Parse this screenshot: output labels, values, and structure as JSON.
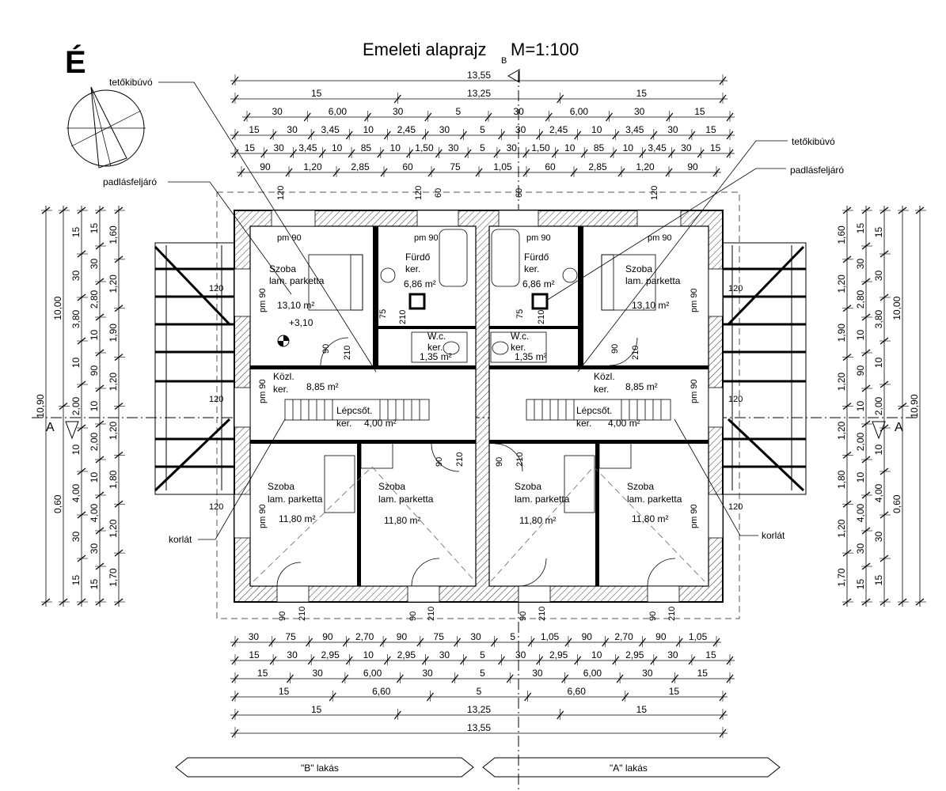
{
  "title": {
    "main": "Emeleti alaprajz",
    "sub": "B",
    "scale": "M=1:100"
  },
  "north_letter": "É",
  "callouts": {
    "tetokibuvo_left": "tetőkibúvó",
    "tetokibuvo_right": "tetőkibúvó",
    "padlas_left": "padlásfeljáró",
    "padlas_right": "padlásfeljáró",
    "korlat_left": "korlát",
    "korlat_right": "korlát"
  },
  "section": {
    "left": "A",
    "right": "A"
  },
  "units": {
    "left": "\"B\" lakás",
    "right": "\"A\" lakás"
  },
  "rooms": {
    "b_bed1": {
      "name": "Szoba",
      "floor": "lam. parketta",
      "area": "13,10 m²",
      "level": "+3,10"
    },
    "b_bath": {
      "name": "Fürdő",
      "floor": "ker.",
      "area": "6,86 m²"
    },
    "b_wc": {
      "name": "W.c.",
      "floor": "ker.",
      "area": "1,35 m²"
    },
    "b_hall": {
      "name": "Közl.",
      "floor": "ker.",
      "area": "8,85 m²"
    },
    "b_stair": {
      "name": "Lépcsőt.",
      "floor": "ker.",
      "area": "4,00 m²"
    },
    "b_bed2": {
      "name": "Szoba",
      "floor": "lam. parketta",
      "area": "11,80 m²"
    },
    "b_bed3": {
      "name": "Szoba",
      "floor": "lam. parketta",
      "area": "11,80 m²"
    },
    "a_bath": {
      "name": "Fürdő",
      "floor": "ker.",
      "area": "6,86 m²"
    },
    "a_bed1": {
      "name": "Szoba",
      "floor": "lam. parketta",
      "area": "13,10 m²"
    },
    "a_wc": {
      "name": "W.c.",
      "floor": "ker.",
      "area": "1,35 m²"
    },
    "a_hall": {
      "name": "Közl.",
      "floor": "ker.",
      "area": "8,85 m²"
    },
    "a_stair": {
      "name": "Lépcsőt.",
      "floor": "ker.",
      "area": "4,00 m²"
    },
    "a_bed2": {
      "name": "Szoba",
      "floor": "lam. parketta",
      "area": "11,80 m²"
    },
    "a_bed3": {
      "name": "Szoba",
      "floor": "lam. parketta",
      "area": "11,80 m²"
    }
  },
  "top_dims": {
    "r1": [
      "13,55"
    ],
    "r2": [
      "15",
      "13,25",
      "15"
    ],
    "r3": [
      "30",
      "6,00",
      "30",
      "5",
      "30",
      "6,00",
      "30",
      "15"
    ],
    "r4": [
      "15",
      "30",
      "3,45",
      "10",
      "2,45",
      "30",
      "5",
      "30",
      "2,45",
      "10",
      "3,45",
      "30",
      "15"
    ],
    "r5": [
      "15",
      "30",
      "3,45",
      "10",
      "85",
      "10",
      "1,50",
      "30",
      "5",
      "30",
      "1,50",
      "10",
      "85",
      "10",
      "3,45",
      "30",
      "15"
    ],
    "r6": [
      "90",
      "1,20",
      "2,85",
      "60",
      "75",
      "1,05",
      "60",
      "2,85",
      "1,20",
      "90"
    ]
  },
  "bottom_dims": {
    "r1": [
      "30",
      "75",
      "90",
      "2,70",
      "90",
      "75",
      "30",
      "5",
      "1,05",
      "90",
      "2,70",
      "90",
      "1,05"
    ],
    "r2": [
      "15",
      "30",
      "2,95",
      "10",
      "2,95",
      "30",
      "5",
      "30",
      "2,95",
      "10",
      "2,95",
      "30",
      "15"
    ],
    "r3": [
      "15",
      "30",
      "6,00",
      "30",
      "5",
      "30",
      "6,00",
      "30",
      "15"
    ],
    "r4": [
      "15",
      "6,60",
      "5",
      "6,60",
      "15"
    ],
    "r5": [
      "15",
      "13,25",
      "15"
    ],
    "r6": [
      "13,55"
    ]
  },
  "left_dims": {
    "outer": "10,90",
    "c2": [
      "10,00",
      "0,60"
    ],
    "c3": [
      "15",
      "30",
      "3,80",
      "10",
      "2,00",
      "10",
      "4,00",
      "30",
      "15"
    ],
    "c4": [
      "15",
      "30",
      "2,80",
      "10",
      "90",
      "10",
      "2,00",
      "10",
      "4,00",
      "30",
      "15"
    ],
    "c5": [
      "1,60",
      "1,20",
      "1,90",
      "1,20",
      "1,20",
      "1,80",
      "1,20",
      "1,70"
    ]
  },
  "right_dims": {
    "outer": "10,90",
    "c2": [
      "10,00",
      "0,60"
    ],
    "c3": [
      "15",
      "30",
      "3,80",
      "10",
      "2,00",
      "10",
      "4,00",
      "30",
      "15"
    ],
    "c4": [
      "15",
      "30",
      "2,80",
      "10",
      "90",
      "10",
      "2,00",
      "10",
      "4,00",
      "30",
      "15"
    ],
    "c5": [
      "1,60",
      "1,20",
      "1,90",
      "1,20",
      "1,20",
      "1,80",
      "1,20",
      "1,70"
    ]
  },
  "openings": {
    "window_head": "120",
    "window_top": "pm 90",
    "window_side": "pm 90",
    "door_width": "90",
    "door_height": "210",
    "door_alt": "75",
    "stair_w": "60"
  }
}
